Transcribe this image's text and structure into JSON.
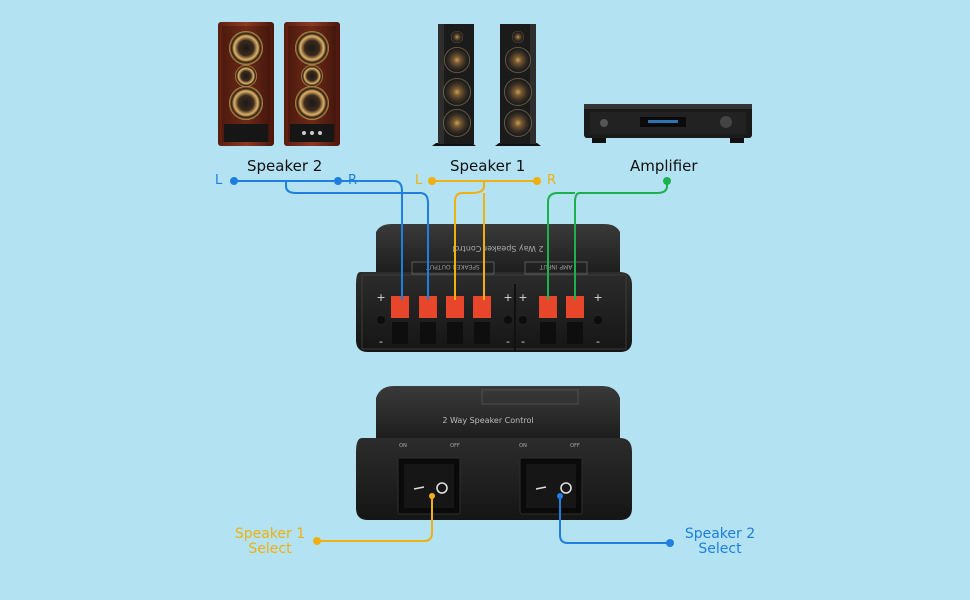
{
  "labels": {
    "speaker2": "Speaker 2",
    "speaker1": "Speaker 1",
    "amplifier": "Amplifier",
    "left": "L",
    "right": "R"
  },
  "select_labels": {
    "speaker1_line1": "Speaker 1",
    "speaker1_line2": "Select",
    "speaker2_line1": "Speaker 2",
    "speaker2_line2": "Select"
  },
  "device_text": {
    "top_title": "2 Way Speaker Control",
    "top_output": "SPEAKER OUTPUT",
    "top_input": "AMP INPUT",
    "front_title": "2 Way Speaker Control",
    "on": "ON",
    "off": "OFF",
    "plus": "+",
    "minus": "-"
  },
  "colors": {
    "background": "#b3e2f2",
    "speaker2_wire": "#1e7fe0",
    "speaker1_wire": "#f0b012",
    "amp_wire": "#1bb14b",
    "device_body": "#2a2a2a",
    "terminal_red": "#e8462a"
  }
}
